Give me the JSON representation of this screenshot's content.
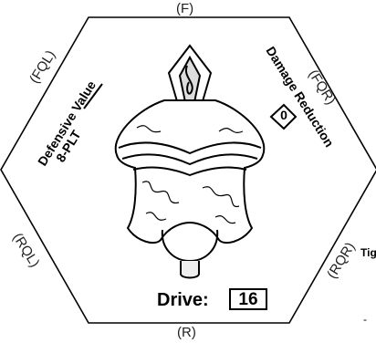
{
  "arcs": {
    "front": "(F)",
    "front_left": "(FQL)",
    "front_right": "(FQR)",
    "rear_left": "(RQL)",
    "rear_right": "(RQR)",
    "rear": "(R)"
  },
  "defensive": {
    "label": "Defensive Value",
    "value": "8-PLT"
  },
  "damage_reduction": {
    "label": "Damage Reduction",
    "value": "0"
  },
  "drive": {
    "label": "Drive:",
    "value": "16"
  },
  "margin_text": {
    "right": "Tigh",
    "bottom_right": "-"
  },
  "colors": {
    "ink": "#000000",
    "paper": "#ffffff"
  }
}
